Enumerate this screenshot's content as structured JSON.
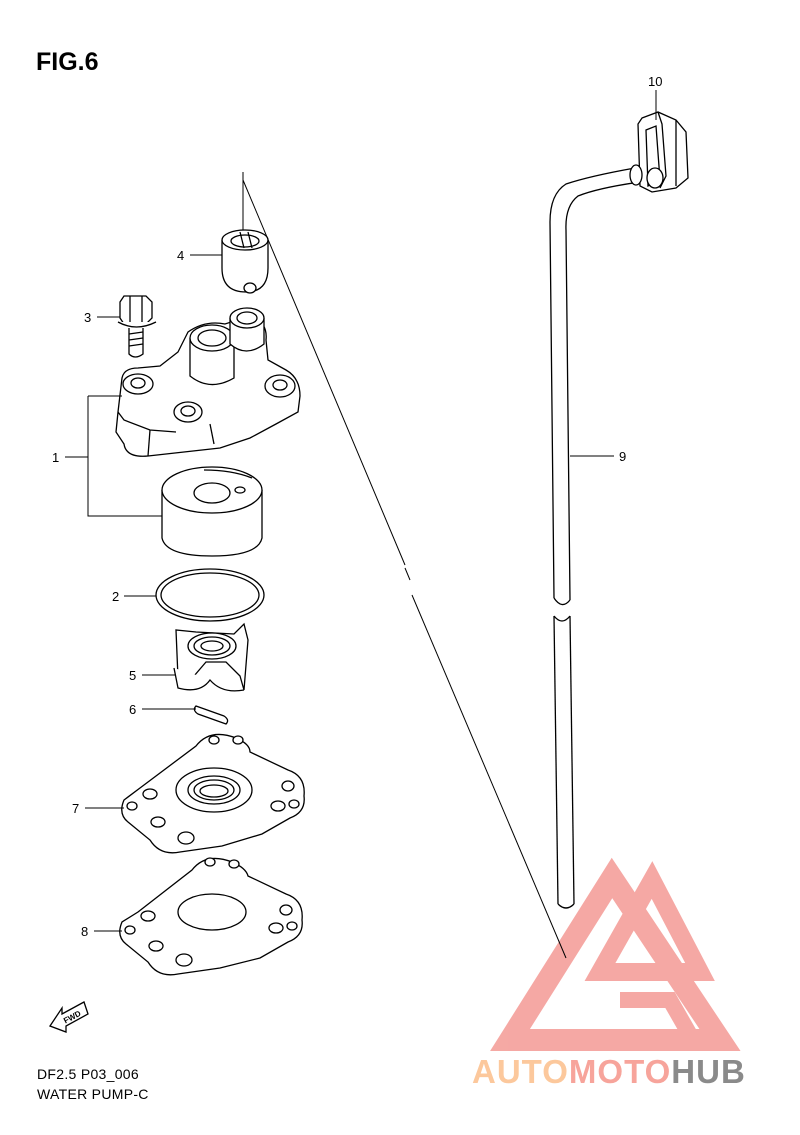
{
  "figure": {
    "title": "FIG.6",
    "code": "DF2.5 P03_006",
    "name": "WATER PUMP-C"
  },
  "parts": [
    {
      "number": "1"
    },
    {
      "number": "2"
    },
    {
      "number": "3"
    },
    {
      "number": "4"
    },
    {
      "number": "5"
    },
    {
      "number": "6"
    },
    {
      "number": "7"
    },
    {
      "number": "8"
    },
    {
      "number": "9"
    },
    {
      "number": "10"
    }
  ],
  "fwd_label": "FWD",
  "watermark": {
    "part1": "AUTO",
    "part2": "MOTO",
    "part3": "HUB",
    "colors": {
      "auto": "#fcc89c",
      "moto": "#f7a49b",
      "hub": "#8a8a8a",
      "logo": "#f28c86"
    }
  }
}
